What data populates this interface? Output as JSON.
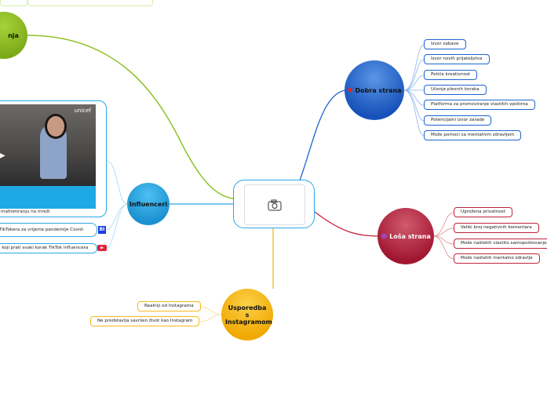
{
  "central": {
    "icon": "camera-icon"
  },
  "top_partial": {
    "label": "nja",
    "color": "#84b41c"
  },
  "good": {
    "label": "Dobra strana",
    "icon": "heart-icon",
    "color": "#1e64d0",
    "items": [
      "Izvor zabave",
      "Izvor novih prijateljstva",
      "Potiče kreativnost",
      "Učenje plesnih koraka",
      "Platforma za promoviranje vlastitih vještima",
      "Potencijalni izvor zarade",
      "Može pomoći sa mentalnim zdravljem"
    ]
  },
  "bad": {
    "label": "Loša strana",
    "icon": "devil-icon",
    "color": "#c0243c",
    "items": [
      "Ugrožena privatnost",
      "Veliki broj negativnih komentara",
      "Može naštetiti vlastito samopoštovanje",
      "Može naštetiti mentalno zdravlje"
    ]
  },
  "influencers": {
    "label": "Influenceri",
    "color": "#2aa7e6",
    "video": {
      "caption": "maltretiranju na mreži",
      "watermark": "unicef"
    },
    "items": [
      {
        "text": "TikTokera za vrijeme pandemije Covid-",
        "icon": "BI"
      },
      {
        "text": "l koji prati svaki korak TikTok influencera",
        "icon": "youtube-icon"
      }
    ]
  },
  "compare": {
    "label": "Usporedba s Instagramom",
    "color": "#f5b820",
    "items": [
      "Realniji od Instagrama",
      "Ne predstavlja savršen život kao Instagram"
    ]
  }
}
